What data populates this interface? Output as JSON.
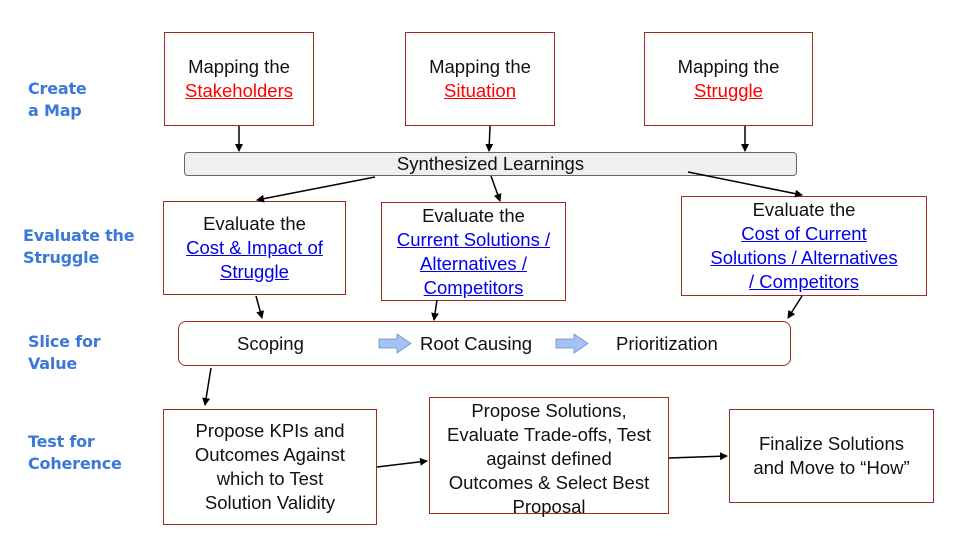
{
  "stages": [
    {
      "label_line1": "Create",
      "label_line2": "a Map"
    },
    {
      "label_line1": "Evaluate the",
      "label_line2": "Struggle"
    },
    {
      "label_line1": "Slice for",
      "label_line2": "Value"
    },
    {
      "label_line1": "Test for",
      "label_line2": "Coherence"
    }
  ],
  "map_boxes": [
    {
      "prefix": "Mapping the",
      "link": "Stakeholders"
    },
    {
      "prefix": "Mapping the",
      "link": "Situation"
    },
    {
      "prefix": "Mapping the",
      "link": "Struggle"
    }
  ],
  "synthesized": "Synthesized Learnings",
  "evaluate_boxes": [
    {
      "prefix": "Evaluate the",
      "link_lines": [
        "Cost & Impact of",
        "Struggle"
      ]
    },
    {
      "prefix": "Evaluate the",
      "link_lines": [
        "Current Solutions /",
        "Alternatives /",
        "Competitors"
      ]
    },
    {
      "prefix": "Evaluate the",
      "link_lines": [
        "Cost of Current",
        "Solutions / Alternatives",
        "/ Competitors"
      ]
    }
  ],
  "slice_steps": [
    "Scoping",
    "Root Causing",
    "Prioritization"
  ],
  "test_boxes": [
    {
      "lines": [
        "Propose KPIs and",
        "Outcomes Against",
        "which to Test",
        "Solution Validity"
      ]
    },
    {
      "lines": [
        "Propose Solutions,",
        "Evaluate Trade-offs, Test",
        "against defined",
        "Outcomes & Select Best",
        "Proposal"
      ]
    },
    {
      "lines": [
        "Finalize Solutions",
        "and Move to “How”"
      ]
    }
  ],
  "colors": {
    "stage_label": "#3c78d8",
    "box_border": "#9b2c1f",
    "link_red": "#ff0000",
    "link_blue": "#0000ee",
    "block_arrow_fill": "#a4c2f4",
    "synth_fill": "#efefef"
  }
}
